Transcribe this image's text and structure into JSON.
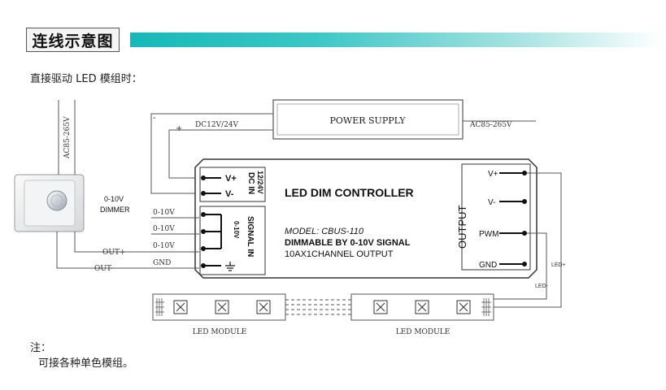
{
  "heading": {
    "title": "连线示意图"
  },
  "subtitle": "直接驱动 LED 模组时：",
  "diagram": {
    "power_supply": "POWER SUPPLY",
    "dc_label": "DC12V/24V",
    "ac_out_label": "AC85-265V",
    "ac_left_label": "AC85-265V",
    "minus": "-",
    "plus": "+",
    "dimmer_label_1": "0-10V",
    "dimmer_label_2": "DIMMER",
    "input_labels": [
      "0-10V",
      "0-10V",
      "0-10V",
      "GND"
    ],
    "out_plus": "OUT+",
    "out_minus": "OUT-",
    "dc_in_title": "DC IN",
    "dc_in_volt": "12/24V",
    "vplus": "V+",
    "vminus": "V-",
    "signal_in": "SIGNAL IN",
    "signal_range": "0-10V",
    "controller_title": "LED DIM CONTROLLER",
    "model": "MODEL: CBUS-110",
    "line_dimmable": "DIMMABLE BY 0-10V SIGNAL",
    "line_output": "10AX1CHANNEL OUTPUT",
    "output_title": "OUTPUT",
    "out_vplus": "V+",
    "out_vminus": "V-",
    "out_pwm": "PWM",
    "out_gnd": "GND",
    "led_plus": "LED+",
    "led_minus": "LED-",
    "led_module_1": "LED MODULE",
    "led_module_2": "LED MODULE"
  },
  "note": {
    "head": "注：",
    "body": "可接各种单色模组。"
  }
}
